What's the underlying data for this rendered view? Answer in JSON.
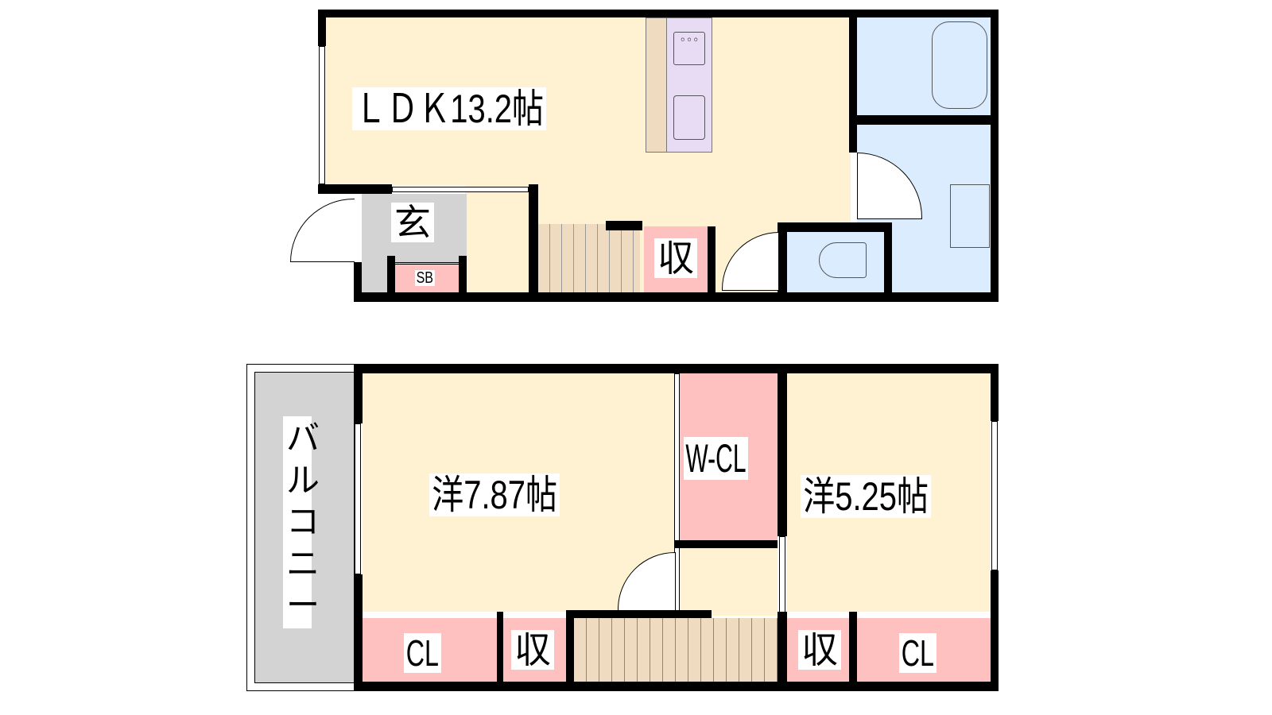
{
  "floor1": {
    "ldk": "ＬＤＫ13.2帖",
    "entrance": "玄",
    "shoe_box": "SB",
    "storage": "収"
  },
  "floor2": {
    "room_large": "洋7.87帖",
    "room_small": "洋5.25帖",
    "walk_in_closet": "W-CL",
    "closet_left": "CL",
    "storage_left": "収",
    "storage_right": "収",
    "closet_right": "CL",
    "balcony": "バルコニー"
  },
  "colors": {
    "living": "#fff2d2",
    "storage": "#ffc0c0",
    "wet_area": "#dcecff",
    "entrance": "#d3d3d3",
    "stairs": "#efdcc0"
  }
}
